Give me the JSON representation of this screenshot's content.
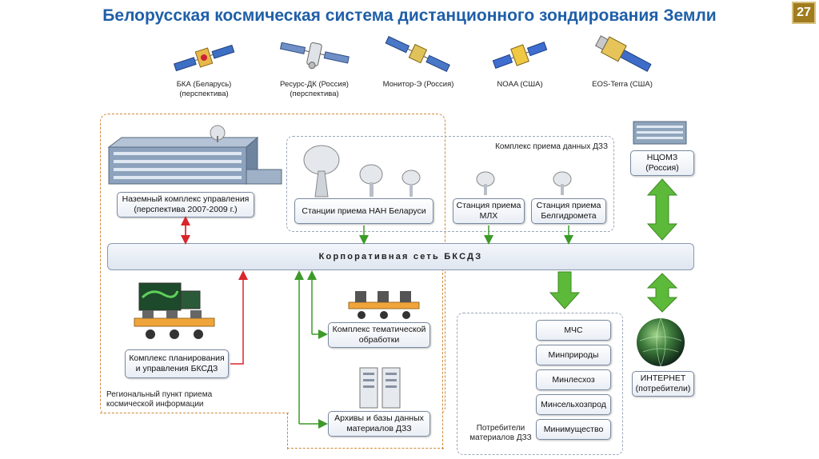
{
  "page": {
    "title": "Белорусская космическая система дистанционного зондирования Земли",
    "slide_number": "27"
  },
  "satellites": [
    {
      "label": "БКА (Беларусь)\n(перспектива)"
    },
    {
      "label": "Ресурс-ДК (Россия)\n(перспектива)"
    },
    {
      "label": "Монитор-Э (Россия)"
    },
    {
      "label": "NOAA (США)"
    },
    {
      "label": "EOS-Terra (США)"
    }
  ],
  "regions": {
    "regional_point": "Региональный пункт приема\nкосмической информации",
    "reception_complex": "Комплекс приема данных ДЗЗ",
    "consumers": "Потребители\nматериалов ДЗЗ"
  },
  "boxes": {
    "ground_control": "Наземный комплекс управления\n(перспектива 2007-2009 г.)",
    "nan_stations": "Станции приема НАН Беларуси",
    "mlh_station": "Станция приема\nМЛХ",
    "belhydromet_station": "Станция приема\nБелгидромета",
    "ncomz": "НЦОМЗ\n(Россия)",
    "network": "Корпоративная сеть БКСДЗ",
    "planning": "Комплекс планирования\nи управления БКСДЗ",
    "thematic": "Комплекс тематической\nобработки",
    "archives": "Архивы и базы данных\nматериалов ДЗЗ",
    "internet": "ИНТЕРНЕТ\n(потребители)"
  },
  "consumers_list": [
    "МЧС",
    "Минприроды",
    "Минлесхоз",
    "Минсельхозпрод",
    "Минимущество"
  ],
  "colors": {
    "title": "#1f5fa8",
    "green_arrow": "#4caf2a",
    "red_arrow": "#d9262b",
    "orange_dash": "#d08a3a",
    "gray_dash": "#9aa6b8"
  }
}
